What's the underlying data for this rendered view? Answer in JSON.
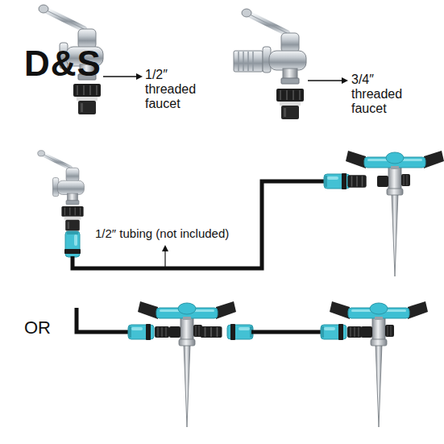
{
  "diagram": {
    "labels": [
      "D&S",
      "1/2″ threaded faucet",
      "3/4″ threaded faucet",
      "1/2″ tubing (not included)",
      "OR"
    ]
  }
}
